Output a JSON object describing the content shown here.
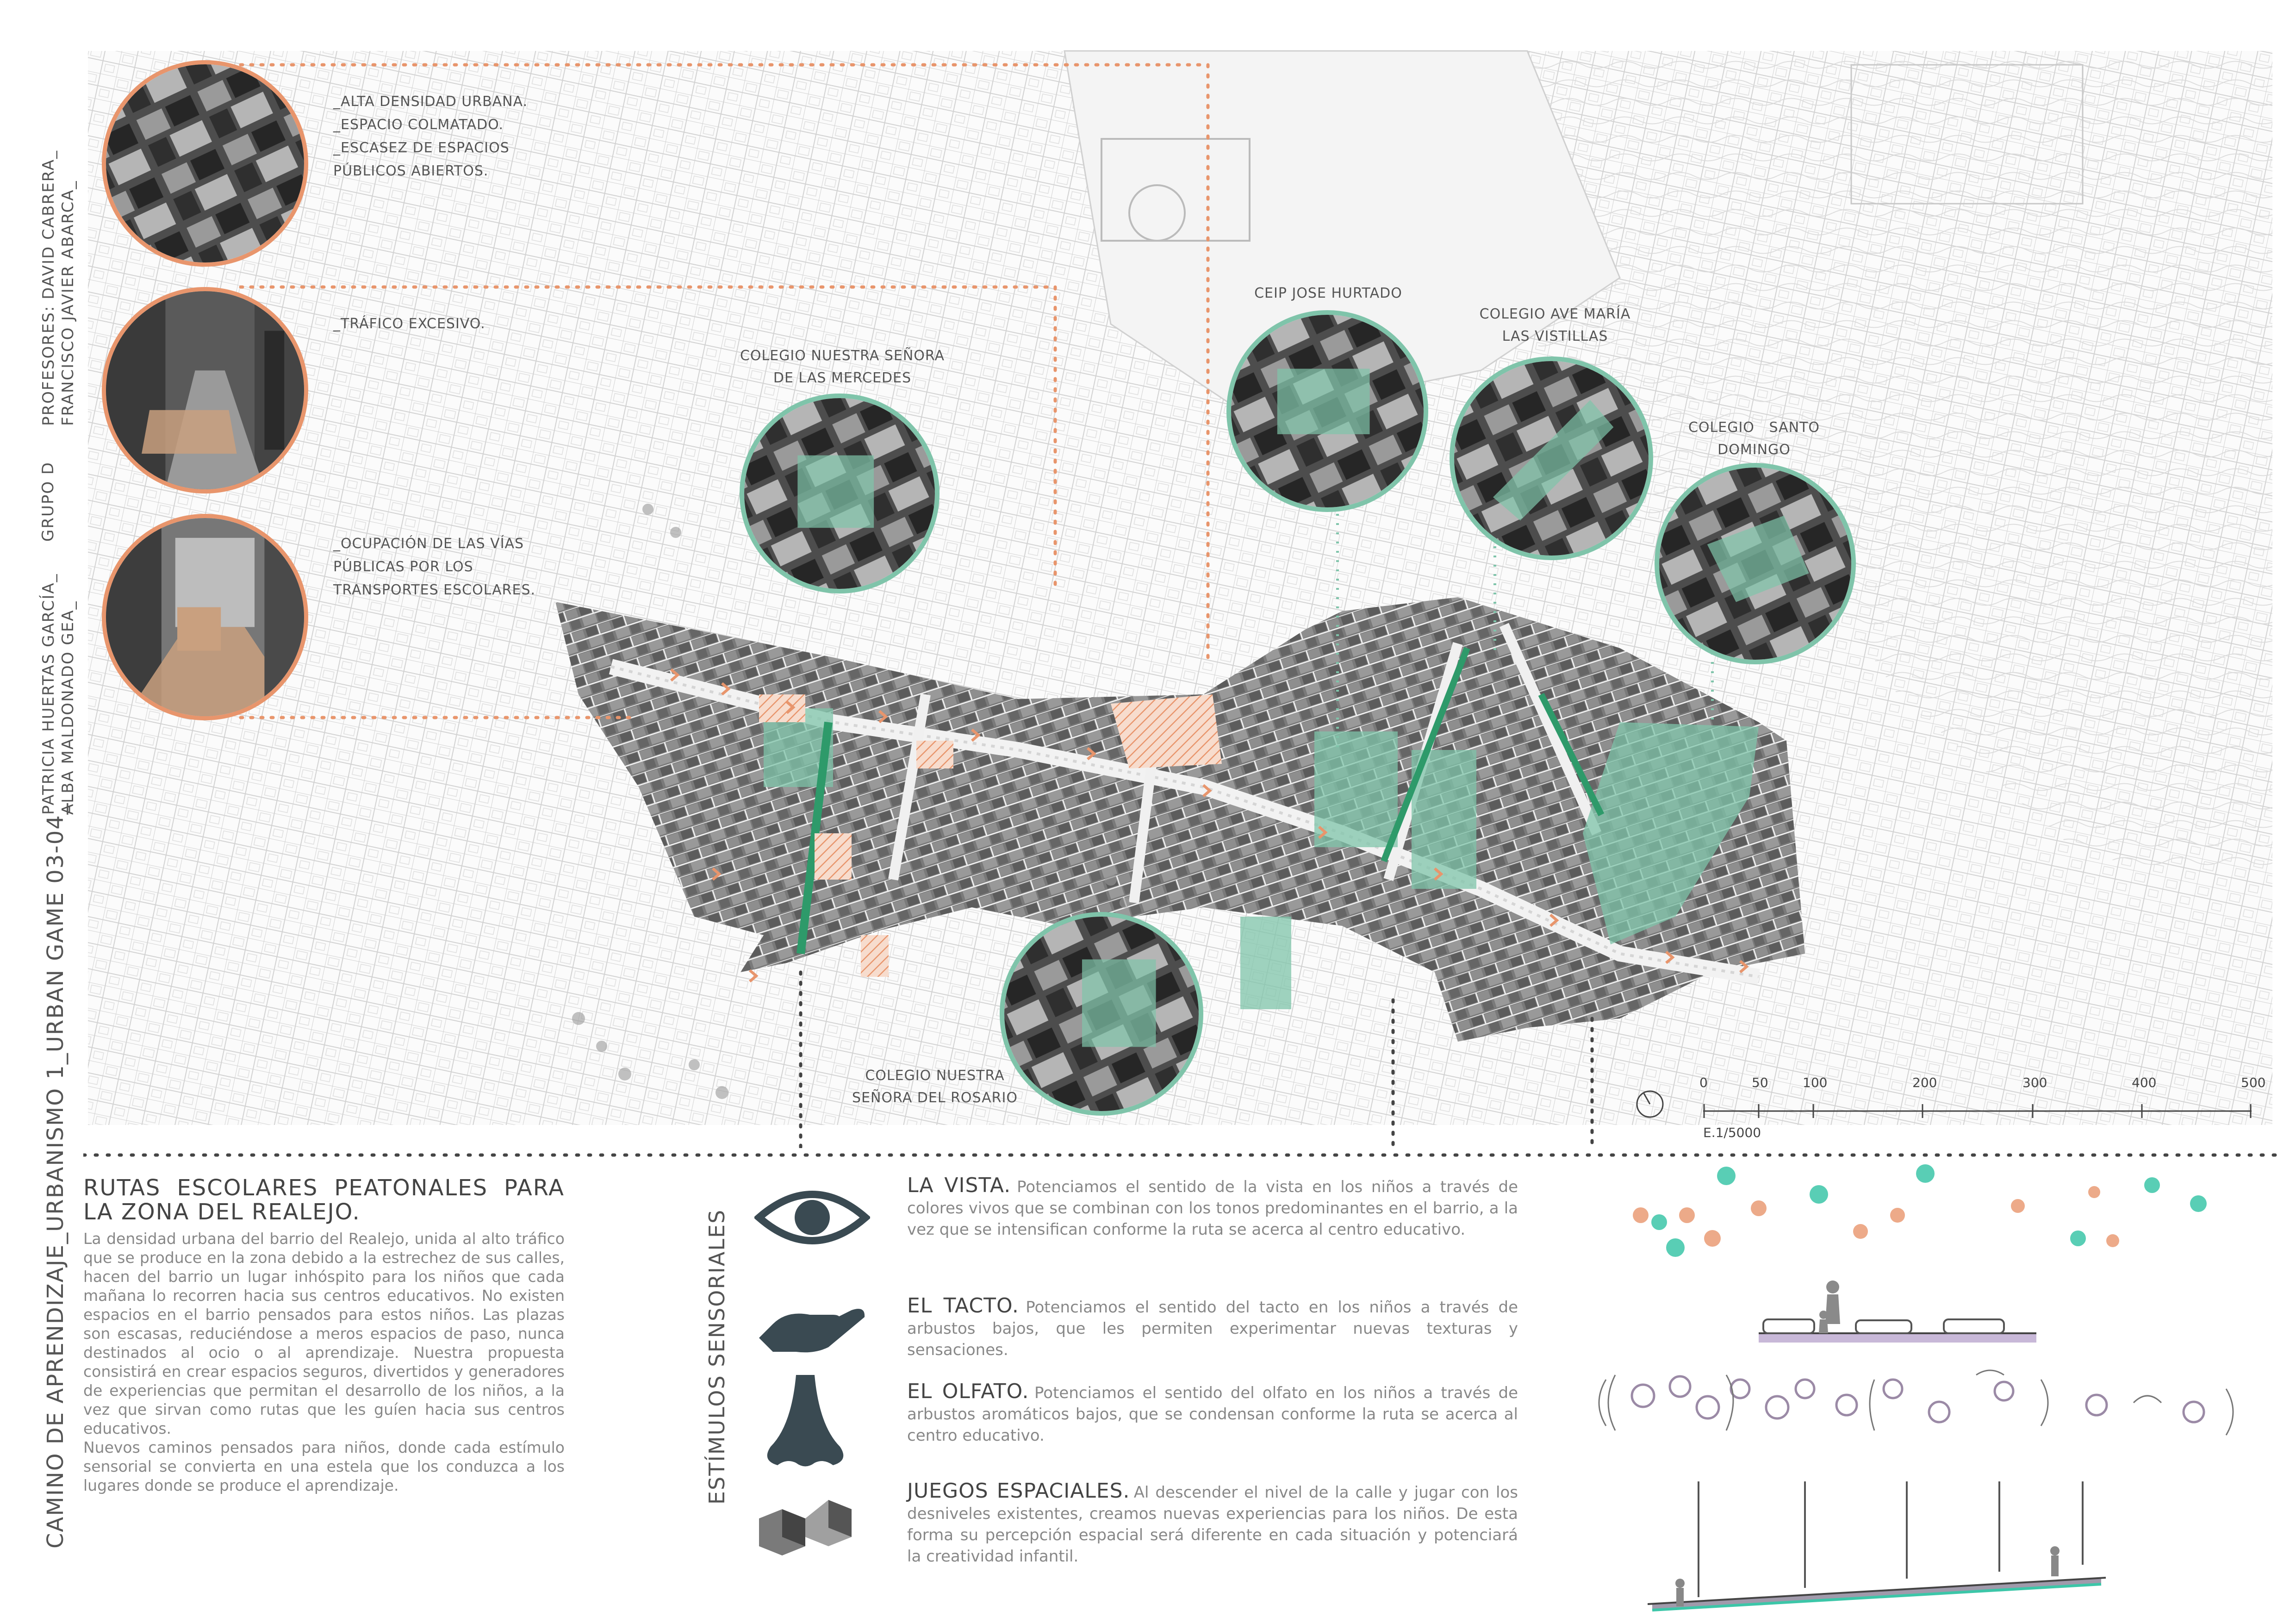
{
  "sidebar": {
    "course": "CAMINO DE APRENDIZAJE_URBANISMO 1_URBAN GAME 03-04_",
    "students": [
      "PATRICIA HUERTAS GARCÍA_",
      "ALBA MALDONADO GEA_"
    ],
    "group": "GRUPO D",
    "professors": [
      "PROFESORES: DAVID CABRERA_",
      "FRANCISCO JAVIER ABARCA_"
    ]
  },
  "problems": [
    {
      "lines": [
        "_ALTA DENSIDAD URBANA.",
        "_ESPACIO COLMATADO.",
        "_ESCASEZ DE ESPACIOS",
        "PÚBLICOS ABIERTOS."
      ]
    },
    {
      "lines": [
        "_TRÁFICO EXCESIVO."
      ]
    },
    {
      "lines": [
        "_OCUPACIÓN DE LAS VÍAS",
        "PÚBLICAS POR LOS",
        "TRANSPORTES ESCOLARES."
      ]
    }
  ],
  "schools": {
    "mercedes": [
      "COLEGIO NUESTRA SEÑORA",
      "DE LAS MERCEDES"
    ],
    "hurtado": [
      "CEIP JOSE HURTADO"
    ],
    "avemaria": [
      "COLEGIO AVE MARÍA",
      "LAS VISTILLAS"
    ],
    "domingo": [
      "COLEGIO   SANTO",
      "DOMINGO"
    ],
    "rosario": [
      "COLEGIO NUESTRA",
      "SEÑORA DEL ROSARIO"
    ]
  },
  "scale": {
    "ticks": [
      "0",
      "50",
      "100",
      "200",
      "300",
      "400",
      "500"
    ],
    "label": "E.1/5000"
  },
  "description": {
    "title": "RUTAS ESCOLARES PEATONALES PARA LA ZONA DEL REALEJO.",
    "body": "La densidad urbana del barrio del Realejo, unida al alto tráfico que se produce en la zona debido a la estrechez de sus calles, hacen del barrio un lugar inhóspito para los niños que cada mañana lo recorren hacia sus centros educativos. No existen espacios en el barrio pensados para estos niños. Las plazas son escasas, reduciéndose a meros espacios de paso, nunca destinados al ocio o al aprendizaje. Nuestra propuesta consistirá en crear espacios seguros, divertidos y generadores de experiencias que permitan el desarrollo de los niños, a la vez que sirvan como rutas que les guíen hacia sus centros educativos.",
    "body2": "Nuevos caminos pensados para niños, donde cada estímulo sensorial se convierta en una estela que los conduzca a los lugares donde se produce el aprendizaje."
  },
  "senses": {
    "section_label": "ESTÍMULOS SENSORIALES",
    "items": [
      {
        "icon": "eye-icon",
        "title": "LA VISTA.",
        "text": "Potenciamos el sentido de la vista en los niños a través de colores vivos que se combinan con los tonos predominantes en el barrio, a la vez que se intensifican conforme la ruta se acerca al centro educativo."
      },
      {
        "icon": "hand-icon",
        "title": "EL TACTO.",
        "text": "Potenciamos el sentido del tacto en los niños a través de arbustos bajos, que les permiten experimentar nuevas texturas y sensaciones."
      },
      {
        "icon": "nose-icon",
        "title": "EL OLFATO.",
        "text": "Potenciamos el sentido del olfato en los niños a través de arbustos aromáticos bajos, que se condensan conforme la ruta se acerca al centro educativo."
      },
      {
        "icon": "steps-icon",
        "title": "JUEGOS ESPACIALES.",
        "text": "Al descender el nivel de la calle y jugar con los desniveles existentes, creamos nuevas experiencias para los niños. De esta forma su percepción espacial será diferente en cada situación y potenciará la creatividad infantil."
      }
    ]
  },
  "colors": {
    "orange": "#e8956c",
    "green": "#7fc4aa",
    "dark_green": "#2e9a6a",
    "grey_text": "#555555",
    "light_text": "#888888",
    "purple": "#9b8aa6"
  }
}
